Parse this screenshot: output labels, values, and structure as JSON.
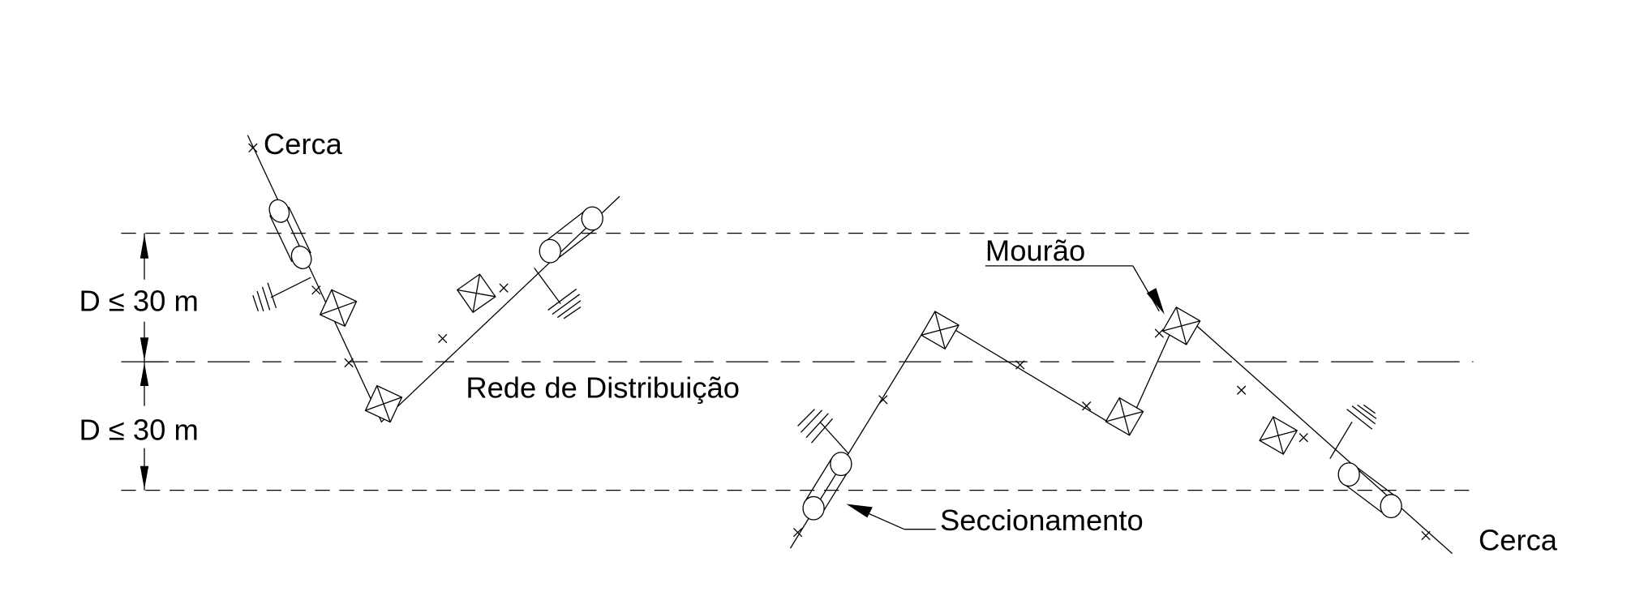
{
  "labels": {
    "fence_top": "Cerca",
    "fence_bottom": "Cerca",
    "distribution_network": "Rede de Distribuição",
    "post": "Mourão",
    "sectioning": "Seccionamento",
    "distance_upper": "D ≤ 30 m",
    "distance_lower": "D ≤ 30 m"
  },
  "colors": {
    "line": "#000000",
    "background": "#ffffff"
  }
}
